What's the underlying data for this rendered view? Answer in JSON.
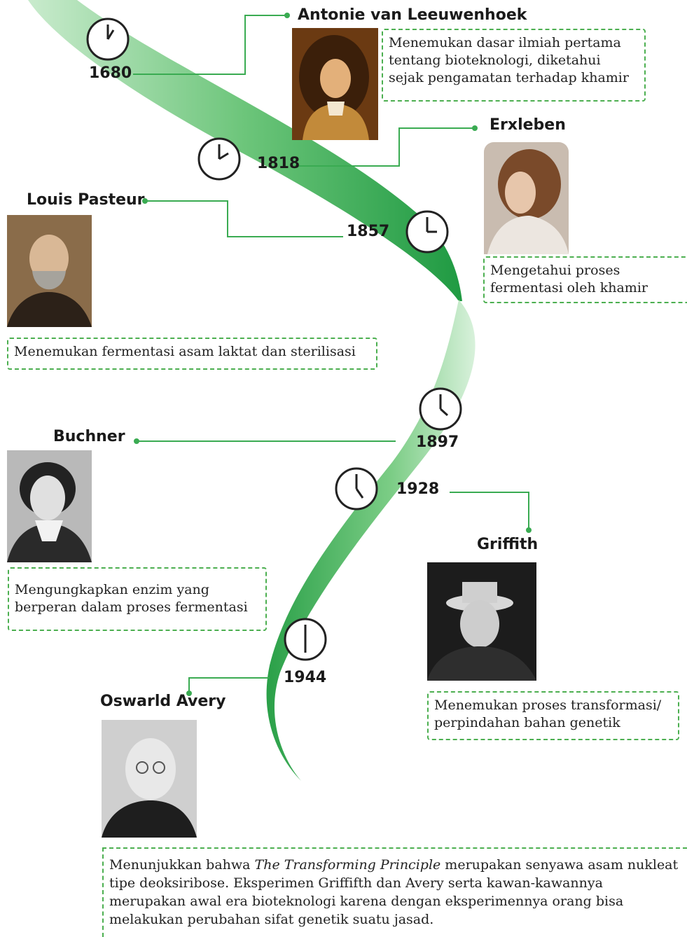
{
  "accent_color": "#3aab52",
  "scientists": [
    {
      "year": "1680",
      "name": "Antonie van Leeuwenhoek",
      "description": "Menemukan dasar ilmiah pertama tentang bioteknologi, diketahui sejak pengamatan terhadap khamir"
    },
    {
      "year": "1818",
      "name": "Erxleben",
      "description": "Mengetahui proses fermentasi oleh khamir"
    },
    {
      "year": "1857",
      "name": "Louis Pasteur",
      "description": "Menemukan fermentasi asam laktat dan sterilisasi"
    },
    {
      "year": "1897",
      "name": "Buchner",
      "description": "Mengungkapkan enzim yang berperan dalam proses fermentasi"
    },
    {
      "year": "1928",
      "name": "Griffith",
      "description": "Menemukan proses transformasi/ perpindahan bahan genetik"
    },
    {
      "year": "1944",
      "name": "Oswarld Avery",
      "description_pre": "Menunjukkan bahwa ",
      "description_italic": "The Transforming Principle",
      "description_post": " merupakan senyawa asam nukleat tipe deoksiribose. Eksperimen Griffifth dan Avery  serta kawan-kawannya merupakan awal era bioteknologi karena dengan eksperimennya orang bisa melakukan perubahan sifat genetik suatu jasad."
    }
  ]
}
